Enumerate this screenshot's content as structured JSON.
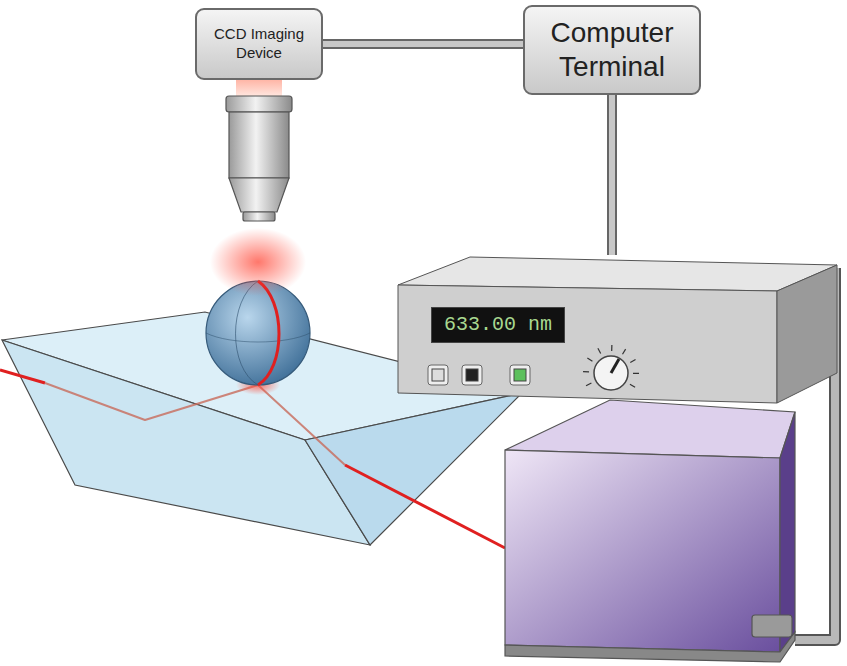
{
  "diagram": {
    "nodes": [
      {
        "text": [
          "CCD Imaging Device"
        ]
      },
      {
        "text": [
          "Computer Terminal"
        ]
      },
      {
        "text": [
          "633.00 nm"
        ]
      }
    ],
    "edges": [
      {
        "from": 0,
        "to": 1,
        "arrow": "none"
      },
      {
        "from": 1,
        "to": 2,
        "arrow": "none"
      }
    ]
  }
}
